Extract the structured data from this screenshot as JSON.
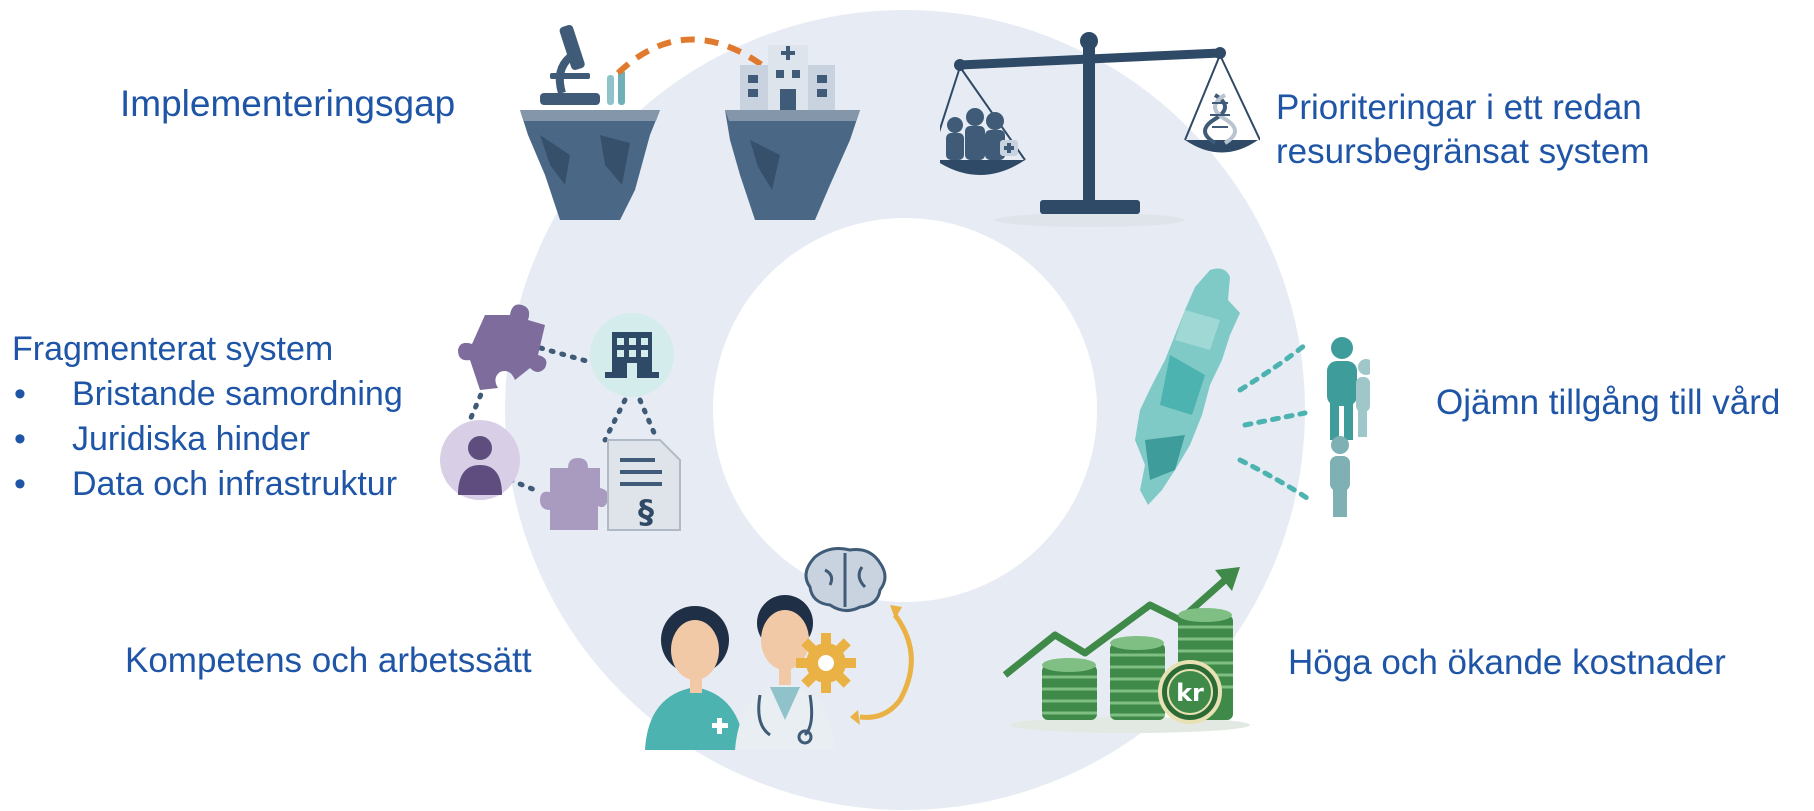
{
  "colors": {
    "text": "#1f55a6",
    "ring": "#e7ecf4",
    "slate": "#3f5b78",
    "teal": "#4db3b0",
    "purple": "#7d6c9c",
    "green": "#3f8a49",
    "orange": "#e07a2e",
    "gold": "#eab144"
  },
  "labels": {
    "implementation_gap": "Implementeringsgap",
    "priorities": "Prioriteringar i ett redan resursbegränsat system",
    "fragmented": "Fragmenterat system",
    "uneven_access": "Ojämn tillgång till vård",
    "competence": "Kompetens och arbetssätt",
    "costs": "Höga och ökande kostnader"
  },
  "fragment_items": [
    "Bristande samordning",
    "Juridiska hinder",
    "Data och infrastruktur"
  ],
  "icons": {
    "gap": "microscope-and-hospital-on-cliffs-icon",
    "scale": "balance-scale-people-vs-dna-icon",
    "network": "puzzle-building-person-document-network-icon",
    "map": "sweden-map-with-people-icon",
    "staff": "nurse-doctor-brain-gear-icon",
    "costs": "coins-rising-arrow-kr-icon",
    "section_symbol": "§",
    "currency": "kr"
  }
}
